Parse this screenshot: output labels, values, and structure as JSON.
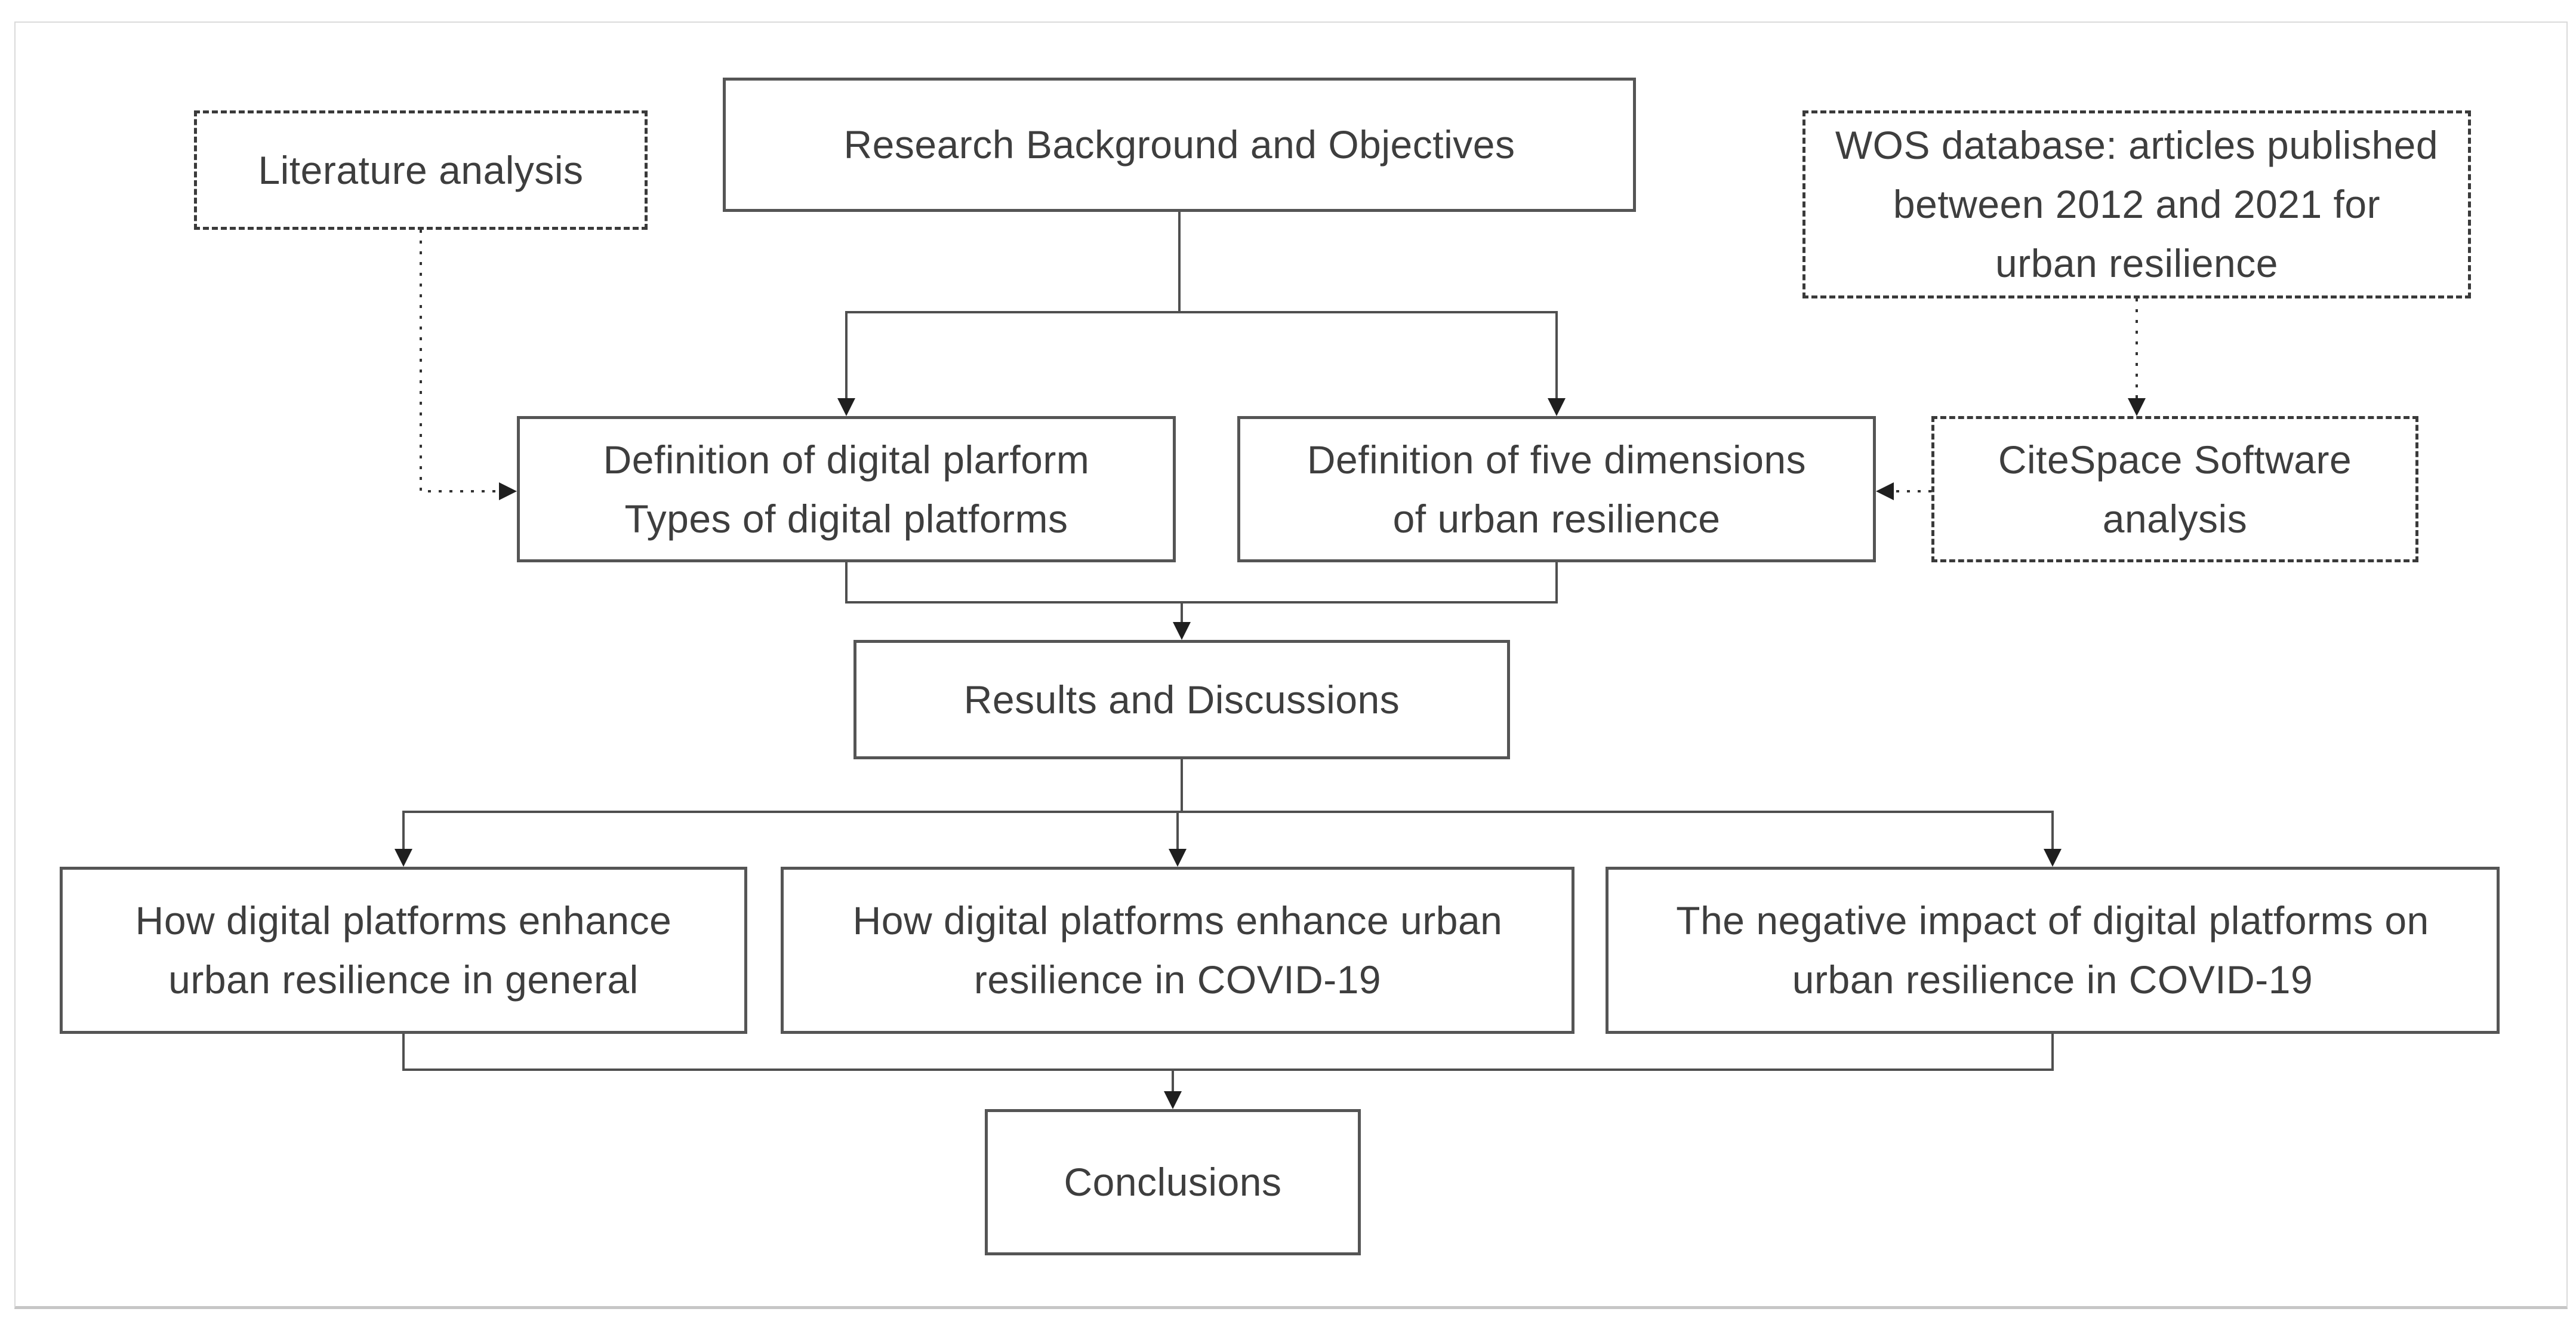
{
  "colors": {
    "background": "#ffffff",
    "box_border": "#555555",
    "dashed_border": "#3a3a3a",
    "text": "#3e3e3e",
    "connector": "#4f4f4f",
    "arrowhead": "#1f1f1f",
    "frame": "#dadada"
  },
  "nodes": {
    "research": {
      "style": "solid",
      "lines": [
        "Research Background and Objectives"
      ]
    },
    "literature": {
      "style": "dashed",
      "lines": [
        "Literature analysis"
      ]
    },
    "wos": {
      "style": "dashed",
      "lines": [
        "WOS database: articles published",
        "between 2012 and 2021 for",
        "urban resilience"
      ]
    },
    "def_platform": {
      "style": "solid",
      "lines": [
        "Definition of digital plarform",
        "Types of digital platforms"
      ]
    },
    "def_five": {
      "style": "solid",
      "lines": [
        "Definition of five dimensions",
        "of urban resilience"
      ]
    },
    "citespace": {
      "style": "dashed",
      "lines": [
        "CiteSpace Software",
        "analysis"
      ]
    },
    "results": {
      "style": "solid",
      "lines": [
        "Results and Discussions"
      ]
    },
    "general": {
      "style": "solid",
      "lines": [
        "How digital platforms enhance",
        "urban resilience in general"
      ]
    },
    "covid": {
      "style": "solid",
      "lines": [
        "How digital platforms enhance urban",
        "resilience in COVID-19"
      ]
    },
    "negative": {
      "style": "solid",
      "lines": [
        "The negative impact of digital platforms on",
        "urban resilience in COVID-19"
      ]
    },
    "conclusions": {
      "style": "solid",
      "lines": [
        "Conclusions"
      ]
    }
  },
  "edges": [
    {
      "from": "research",
      "to": "def_platform",
      "style": "solid-arrow"
    },
    {
      "from": "research",
      "to": "def_five",
      "style": "solid-arrow"
    },
    {
      "from": "literature",
      "to": "def_platform",
      "style": "dotted-arrow"
    },
    {
      "from": "wos",
      "to": "citespace",
      "style": "dotted-arrow"
    },
    {
      "from": "citespace",
      "to": "def_five",
      "style": "dotted-arrow"
    },
    {
      "from": "def_platform",
      "to": "results",
      "style": "solid-arrow"
    },
    {
      "from": "def_five",
      "to": "results",
      "style": "solid-arrow"
    },
    {
      "from": "results",
      "to": "general",
      "style": "solid-arrow"
    },
    {
      "from": "results",
      "to": "covid",
      "style": "solid-arrow"
    },
    {
      "from": "results",
      "to": "negative",
      "style": "solid-arrow"
    },
    {
      "from": "general",
      "to": "conclusions",
      "style": "solid-arrow"
    },
    {
      "from": "covid",
      "to": "conclusions",
      "style": "solid-arrow"
    },
    {
      "from": "negative",
      "to": "conclusions",
      "style": "solid-arrow"
    }
  ]
}
